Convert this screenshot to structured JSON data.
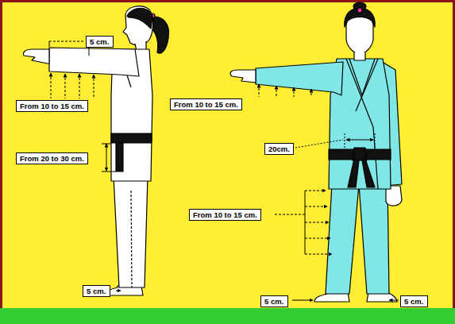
{
  "diagram": {
    "nodes": [
      {
        "text": [
          "5 cm."
        ]
      },
      {
        "text": [
          "From 10 to 15 cm."
        ]
      },
      {
        "text": [
          "From 10 to 15 cm."
        ]
      },
      {
        "text": [
          "20cm."
        ]
      },
      {
        "text": [
          "From 20 to 30 cm."
        ]
      },
      {
        "text": [
          "From 10 to 15 cm."
        ]
      },
      {
        "text": [
          "5 cm."
        ]
      },
      {
        "text": [
          "5 cm."
        ]
      },
      {
        "text": [
          "5 cm."
        ]
      }
    ]
  }
}
